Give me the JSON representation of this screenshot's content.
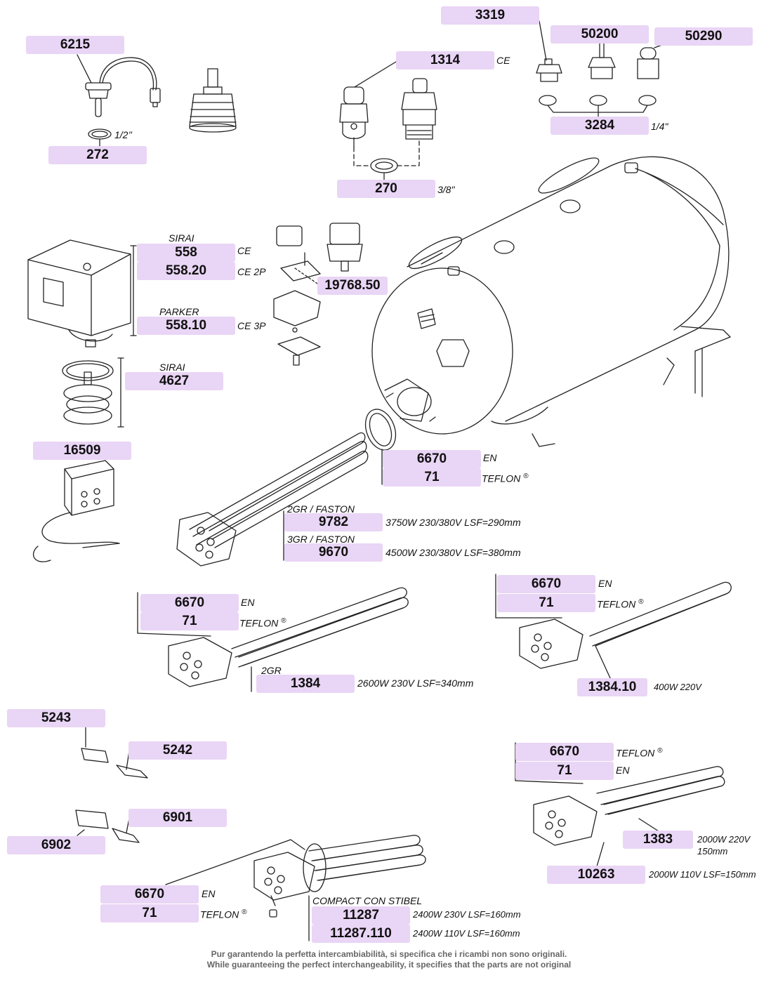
{
  "parts": {
    "p6215": "6215",
    "p272": "272",
    "p270": "270",
    "p1314": "1314",
    "p3319": "3319",
    "p50200": "50200",
    "p50290": "50290",
    "p3284": "3284",
    "p558": "558",
    "p558_20": "558.20",
    "p558_10": "558.10",
    "p19768_50": "19768.50",
    "p4627": "4627",
    "p16509": "16509",
    "p6670_a": "6670",
    "p71_a": "71",
    "p9782": "9782",
    "p9670": "9670",
    "p6670_b": "6670",
    "p71_b": "71",
    "p1384": "1384",
    "p6670_c": "6670",
    "p71_c": "71",
    "p1384_10": "1384.10",
    "p5243": "5243",
    "p5242": "5242",
    "p6901": "6901",
    "p6902": "6902",
    "p6670_d": "6670",
    "p71_d": "71",
    "p1383": "1383",
    "p10263": "10263",
    "p6670_e": "6670",
    "p71_e": "71",
    "p11287": "11287",
    "p11287_110": "11287.110"
  },
  "notes": {
    "thread_1_2": "1/2’’",
    "thread_3_8": "3/8\"",
    "thread_1_4": "1/4\"",
    "ce": "CE",
    "ce_2p": "CE 2P",
    "ce_3p": "CE 3P",
    "sirai": "SIRAI",
    "parker": "PARKER",
    "en": "EN",
    "teflon": "TEFLON",
    "reg": "®",
    "gr2_faston": "2GR / FASTON",
    "gr3_faston": "3GR / FASTON",
    "spec_9782": "3750W 230/380V LSF=290mm",
    "spec_9670": "4500W 230/380V LSF=380mm",
    "gr2": "2GR",
    "spec_1384": "2600W 230V LSF=340mm",
    "spec_1384_10": "400W 220V",
    "spec_1383_a": "2000W 220V",
    "spec_1383_b": "150mm",
    "spec_10263": "2000W 110V LSF=150mm",
    "compact": "COMPACT CON STIBEL",
    "spec_11287": "2400W 230V LSF=160mm",
    "spec_11287_110": "2400W 110V LSF=160mm"
  },
  "footer": {
    "line1": "Pur garantendo la perfetta intercambiabilità, si specifica che i ricambi non sono originali.",
    "line2": "While guaranteeing the perfect interchangeability, it specifies that the parts are not original"
  },
  "colors": {
    "label_bg": "#e9d5f5",
    "line": "#222222",
    "footer": "#666666"
  }
}
